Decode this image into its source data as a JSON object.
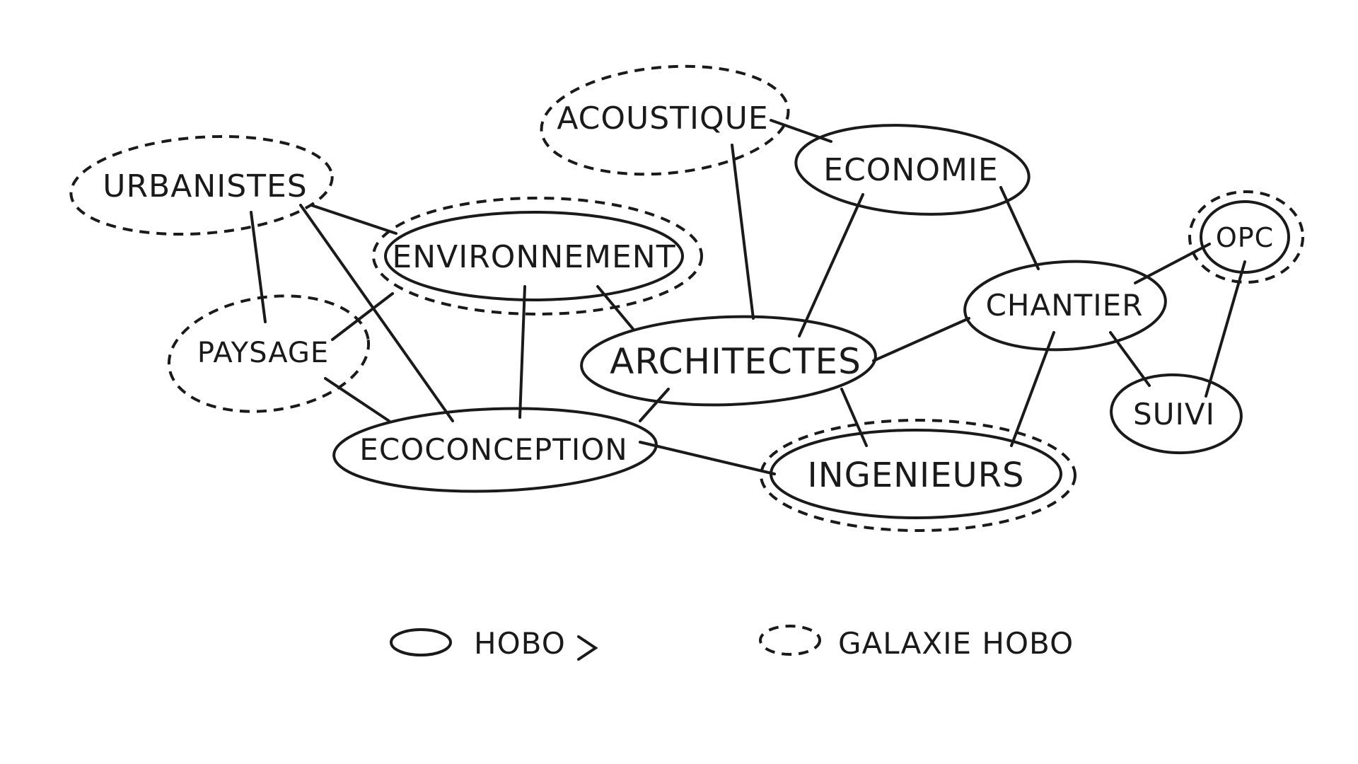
{
  "nodes": {
    "acoustique": {
      "label": "ACOUSTIQUE",
      "kind": "galaxie"
    },
    "economie": {
      "label": "ECONOMIE",
      "kind": "hobo"
    },
    "urbanistes": {
      "label": "URBANISTES",
      "kind": "galaxie"
    },
    "environnement": {
      "label": "ENVIRONNEMENT",
      "kind": "hobo+galaxie"
    },
    "opc": {
      "label": "OPC",
      "kind": "hobo+galaxie"
    },
    "chantier": {
      "label": "CHANTIER",
      "kind": "hobo"
    },
    "paysage": {
      "label": "PAYSAGE",
      "kind": "galaxie"
    },
    "architectes": {
      "label": "ARCHITECTES",
      "kind": "hobo"
    },
    "suivi": {
      "label": "SUIVI",
      "kind": "hobo"
    },
    "ecoconception": {
      "label": "ECOCONCEPTION",
      "kind": "hobo"
    },
    "ingenieurs": {
      "label": "INGENIEURS",
      "kind": "hobo+galaxie"
    }
  },
  "legend": {
    "hobo_label": "HOBO",
    "galaxie_label": "GALAXIE HOBO"
  }
}
